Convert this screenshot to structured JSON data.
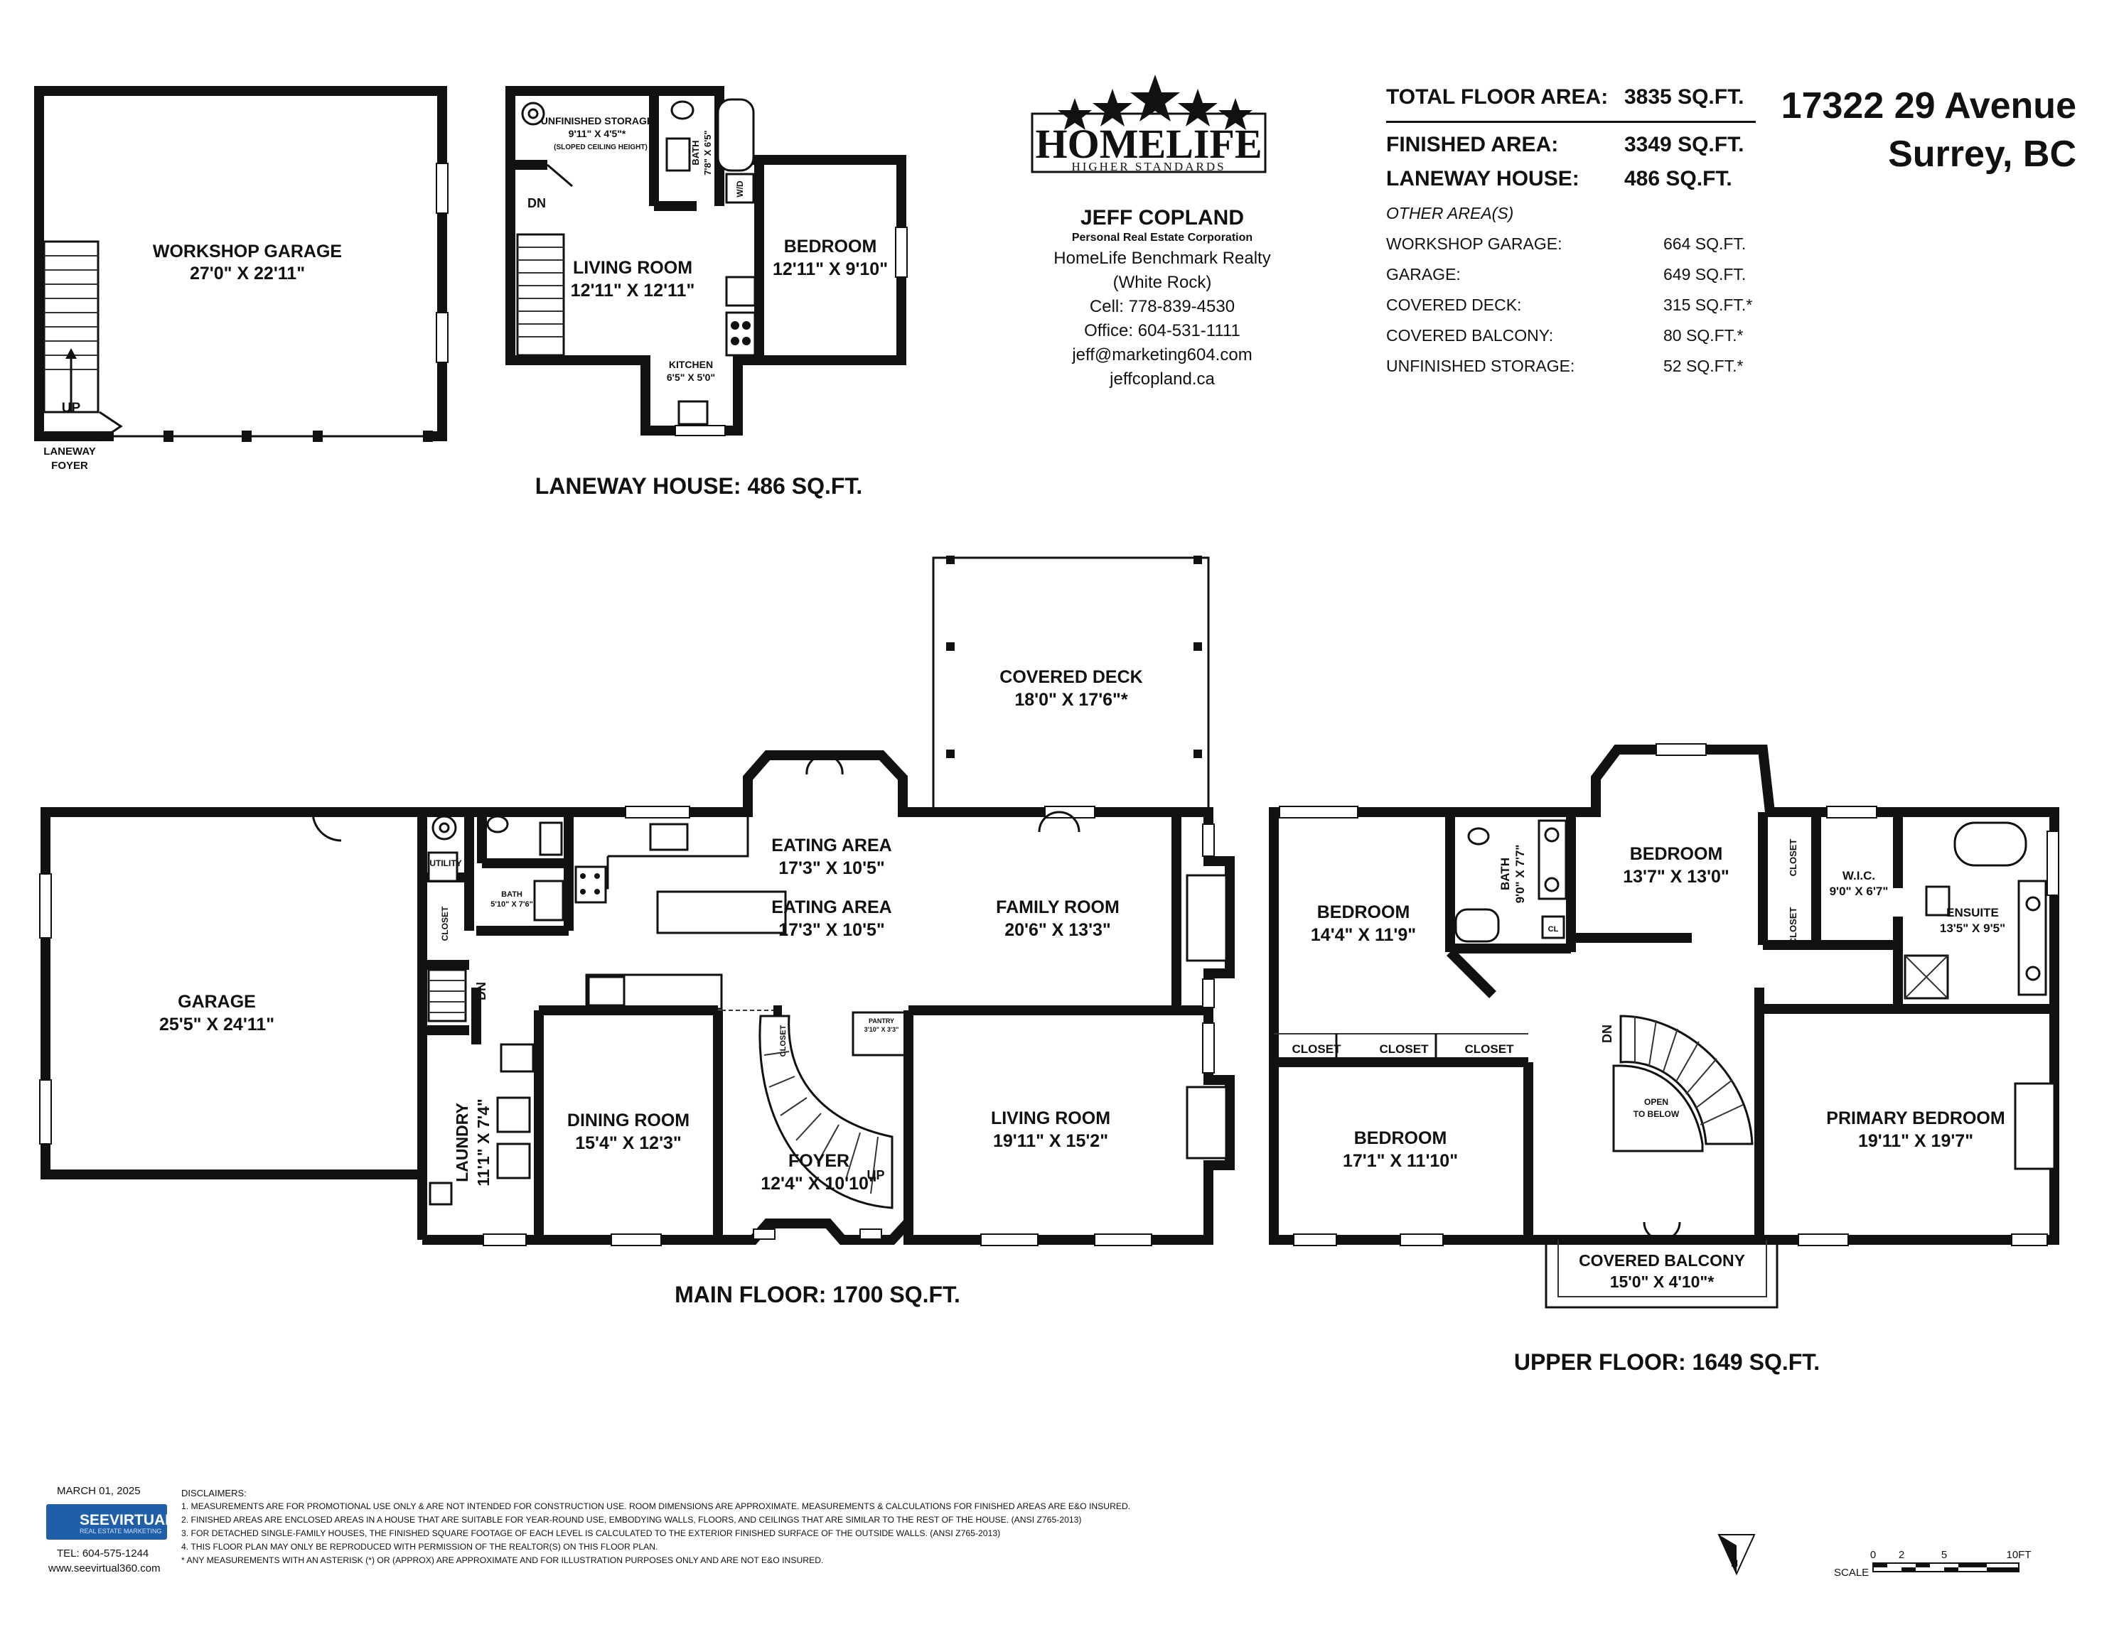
{
  "brand": {
    "name": "HOMELIFE",
    "tagline": "HIGHER STANDARDS",
    "logo_color": "#111111"
  },
  "agent": {
    "name": "JEFF COPLAND",
    "corp": "Personal Real Estate Corporation",
    "lines": [
      "HomeLife Benchmark Realty",
      "(White Rock)",
      "Cell: 778-839-4530",
      "Office: 604-531-1111",
      "jeff@marketing604.com",
      "jeffcopland.ca"
    ]
  },
  "areas": {
    "total_label": "TOTAL FLOOR AREA:",
    "total_value": "3835 SQ.FT.",
    "finished_label": "FINISHED AREA:",
    "finished_value": "3349 SQ.FT.",
    "laneway_label": "LANEWAY HOUSE:",
    "laneway_value": "486 SQ.FT.",
    "other_title": "OTHER AREA(S)",
    "other": [
      {
        "label": "WORKSHOP GARAGE:",
        "value": "664 SQ.FT."
      },
      {
        "label": "GARAGE:",
        "value": "649 SQ.FT."
      },
      {
        "label": "COVERED DECK:",
        "value": "315 SQ.FT.*"
      },
      {
        "label": "COVERED BALCONY:",
        "value": "80 SQ.FT.*"
      },
      {
        "label": "UNFINISHED STORAGE:",
        "value": "52 SQ.FT.*"
      }
    ]
  },
  "address": {
    "line1": "17322 29 Avenue",
    "line2": "Surrey, BC"
  },
  "captions": {
    "laneway": "LANEWAY HOUSE: 486 SQ.FT.",
    "main": "MAIN FLOOR: 1700 SQ.FT.",
    "upper": "UPPER FLOOR: 1649 SQ.FT."
  },
  "rooms": {
    "workshop": {
      "name": "WORKSHOP GARAGE",
      "dim": "27'0\" X 22'11\""
    },
    "laneway_foyer_1": "LANEWAY",
    "laneway_foyer_2": "FOYER",
    "unfinished_storage": {
      "name": "UNFINISHED STORAGE",
      "dim": "9'11\" X 4'5\"*",
      "note": "(SLOPED CEILING HEIGHT)"
    },
    "lw_bath": {
      "name": "BATH",
      "dim": "7'8\" X 6'5\""
    },
    "lw_living": {
      "name": "LIVING ROOM",
      "dim": "12'11\" X 12'11\""
    },
    "lw_bedroom": {
      "name": "BEDROOM",
      "dim": "12'11\" X 9'10\""
    },
    "lw_kitchen": {
      "name": "KITCHEN",
      "dim": "6'5\" X 5'0\""
    },
    "covered_deck": {
      "name": "COVERED DECK",
      "dim": "18'0\" X 17'6\"*"
    },
    "garage": {
      "name": "GARAGE",
      "dim": "25'5\" X 24'11\""
    },
    "utility": "UTILITY",
    "closet": "CLOSET",
    "main_bath": {
      "name": "BATH",
      "dim": "5'10\" X 7'6\""
    },
    "eating_a": {
      "name": "EATING AREA",
      "dim": "17'3\" X 10'5\""
    },
    "eating_b": {
      "name": "EATING AREA",
      "dim": "17'3\" X 10'5\""
    },
    "family": {
      "name": "FAMILY ROOM",
      "dim": "20'6\" X 13'3\""
    },
    "laundry": {
      "name": "LAUNDRY",
      "dim": "11'1\" X 7'4\""
    },
    "dining": {
      "name": "DINING ROOM",
      "dim": "15'4\" X 12'3\""
    },
    "pantry": {
      "name": "PANTRY",
      "dim": "3'10\" X 3'3\""
    },
    "foyer": {
      "name": "FOYER",
      "dim": "12'4\" X 10'10\""
    },
    "main_living": {
      "name": "LIVING ROOM",
      "dim": "19'11\" X 15'2\""
    },
    "up_bed1": {
      "name": "BEDROOM",
      "dim": "14'4\" X 11'9\""
    },
    "up_bath": {
      "name": "BATH",
      "dim": "9'0\" X 7'7\""
    },
    "up_bed2": {
      "name": "BEDROOM",
      "dim": "13'7\" X 13'0\""
    },
    "wic": {
      "name": "W.I.C.",
      "dim": "9'0\" X 6'7\""
    },
    "ensuite": {
      "name": "ENSUITE",
      "dim": "13'5\" X 9'5\""
    },
    "up_bed3": {
      "name": "BEDROOM",
      "dim": "17'1\" X 11'10\""
    },
    "primary": {
      "name": "PRIMARY BEDROOM",
      "dim": "19'11\" X 19'7\""
    },
    "balcony": {
      "name": "COVERED BALCONY",
      "dim": "15'0\" X 4'10\"*"
    },
    "open_below_1": "OPEN",
    "open_below_2": "TO BELOW",
    "cl": "CL",
    "wd": "W/D"
  },
  "marks": {
    "up": "UP",
    "dn": "DN",
    "north": "N"
  },
  "scale": {
    "label": "SCALE",
    "ticks": [
      "0",
      "2",
      "5",
      "10FT"
    ]
  },
  "footer": {
    "date": "MARCH 01, 2025",
    "logo": "SEEVIRTUAL",
    "logo_sub": "REAL ESTATE MARKETING",
    "tel": "TEL: 604-575-1244",
    "web": "www.seevirtual360.com",
    "disclaimer_title": "DISCLAIMERS:",
    "disclaimers": [
      "1. MEASUREMENTS ARE FOR PROMOTIONAL USE ONLY & ARE NOT INTENDED FOR CONSTRUCTION USE. ROOM DIMENSIONS ARE APPROXIMATE. MEASUREMENTS & CALCULATIONS FOR FINISHED AREAS ARE E&O INSURED.",
      "2. FINISHED AREAS ARE ENCLOSED AREAS IN A HOUSE THAT ARE SUITABLE FOR YEAR-ROUND USE, EMBODYING WALLS, FLOORS, AND CEILINGS THAT ARE SIMILAR TO THE REST OF THE HOUSE. (ANSI Z765-2013)",
      "3. FOR DETACHED SINGLE-FAMILY HOUSES, THE FINISHED SQUARE FOOTAGE OF EACH LEVEL IS CALCULATED TO THE EXTERIOR FINISHED SURFACE OF THE OUTSIDE WALLS. (ANSI Z765-2013)",
      "4. THIS FLOOR PLAN MAY ONLY BE REPRODUCED WITH PERMISSION OF THE REALTOR(S) ON THIS FLOOR PLAN.",
      "* ANY MEASUREMENTS WITH AN ASTERISK (*) OR (APPROX) ARE APPROXIMATE AND FOR ILLUSTRATION PURPOSES ONLY AND ARE NOT E&O INSURED."
    ]
  }
}
